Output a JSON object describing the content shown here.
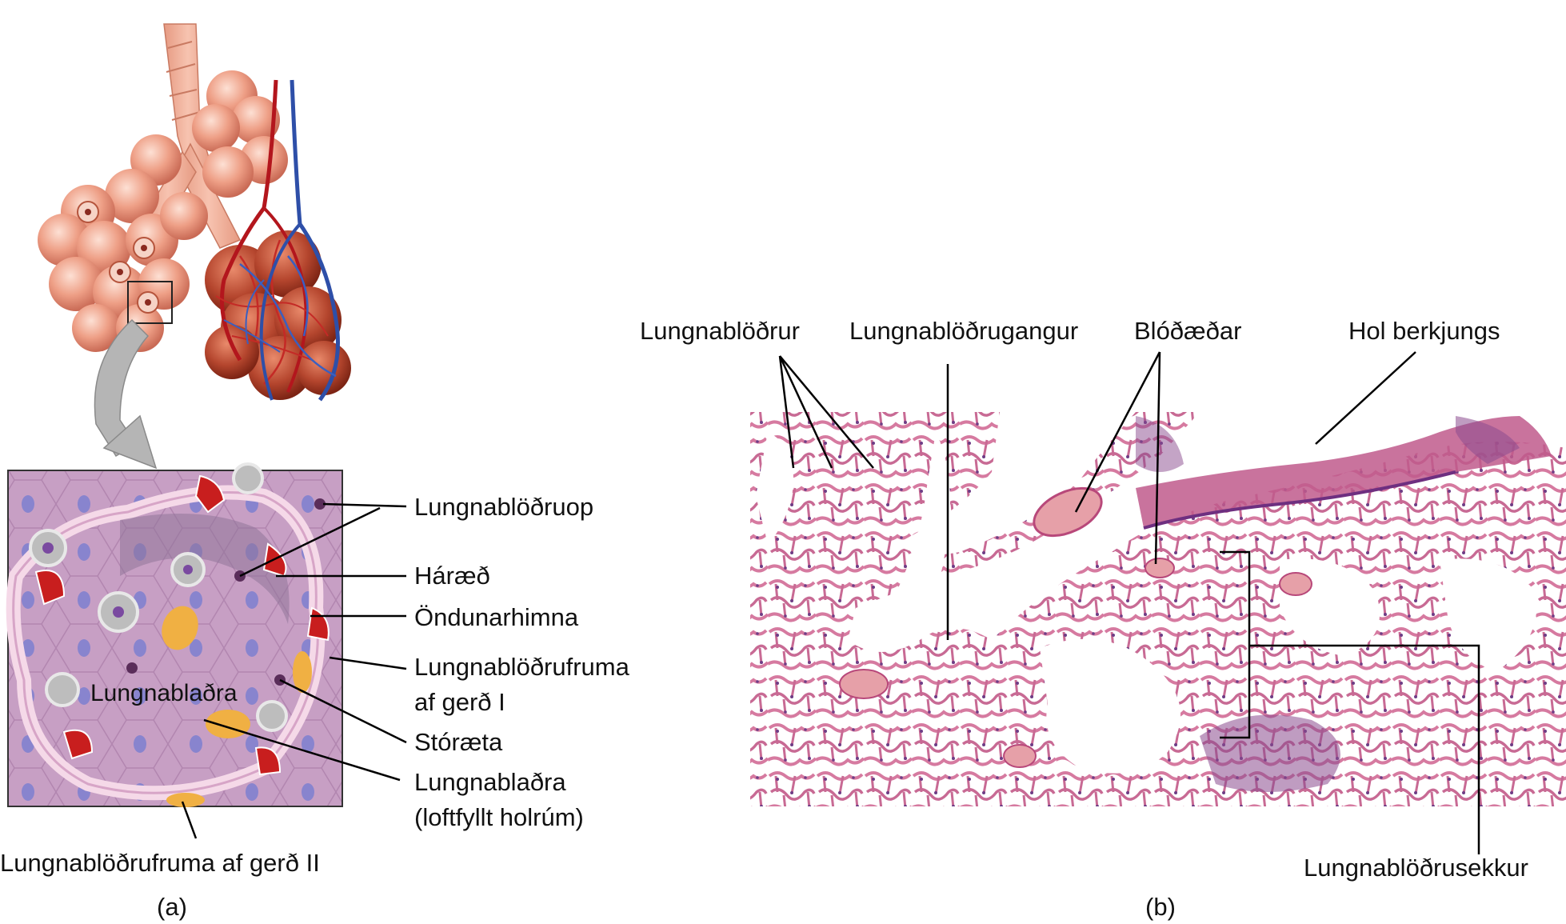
{
  "panel_a": {
    "caption": "(a)",
    "labels": {
      "pores": "Lungnablöðruop",
      "capillary": "Háræð",
      "membrane": "Öndunarhimna",
      "type1_line1": "Lungnablöðrufruma",
      "type1_line2": "af gerð I",
      "macrophage": "Stóræta",
      "alveolus_line1": "Lungnablaðra",
      "alveolus_line2": "(loftfyllt holrúm)",
      "alveolus_inner": "Lungnablaðra",
      "type2": "Lungnablöðrufruma af gerð II"
    }
  },
  "panel_b": {
    "caption": "(b)",
    "labels": {
      "alveoli": "Lungnablöðrur",
      "duct": "Lungnablöðrugangur",
      "vessels": "Blóðæðar",
      "bronchiole": "Hol berkjungs",
      "sac": "Lungnablöðrusekkur"
    }
  },
  "colors": {
    "tissue_pink": "#d8789a",
    "tissue_purple": "#7b3f82",
    "alveolar_wall": "#f3cfe0",
    "alveolar_bg": "#c89cc3",
    "capillary_red": "#c81e1e",
    "lung_salmon": "#e9967a",
    "vein_blue": "#2e4fa8"
  }
}
